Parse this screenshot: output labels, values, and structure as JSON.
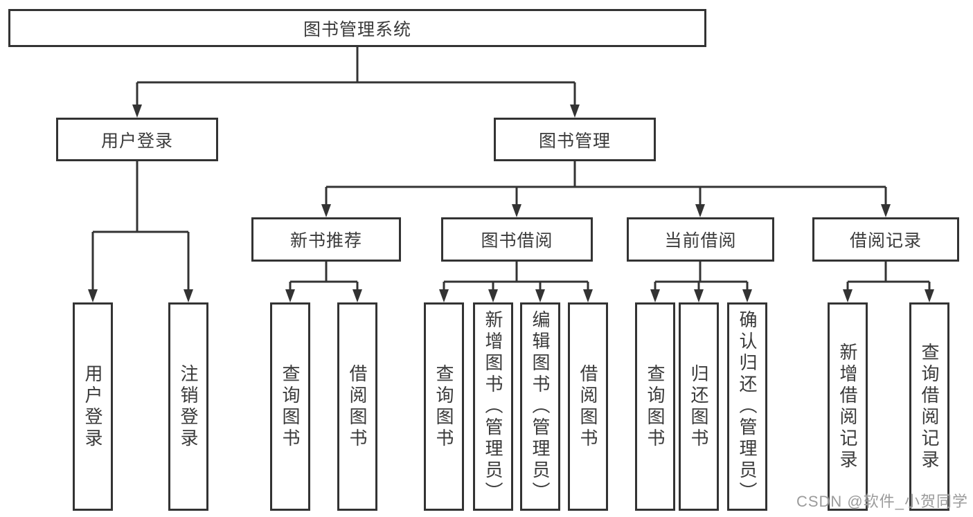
{
  "tree": {
    "root": "图书管理系统",
    "login": {
      "label": "用户登录",
      "children": [
        "用户登录",
        "注销登录"
      ]
    },
    "mgmt": {
      "label": "图书管理",
      "sections": [
        {
          "label": "新书推荐",
          "children": [
            "查询图书",
            "借阅图书"
          ]
        },
        {
          "label": "图书借阅",
          "children": [
            "查询图书",
            "新增图书（管理员）",
            "编辑图书（管理员）",
            "借阅图书"
          ]
        },
        {
          "label": "当前借阅",
          "children": [
            "查询图书",
            "归还图书",
            "确认归还（管理员）"
          ]
        },
        {
          "label": "借阅记录",
          "children": [
            "新增借阅记录",
            "查询借阅记录"
          ]
        }
      ]
    }
  },
  "watermark": {
    "text": "CSDN @软件_小贺同学"
  },
  "colors": {
    "line": "#333333",
    "text": "#3a3a3a",
    "background": "#ffffff",
    "watermark": "#9b9b9b"
  }
}
